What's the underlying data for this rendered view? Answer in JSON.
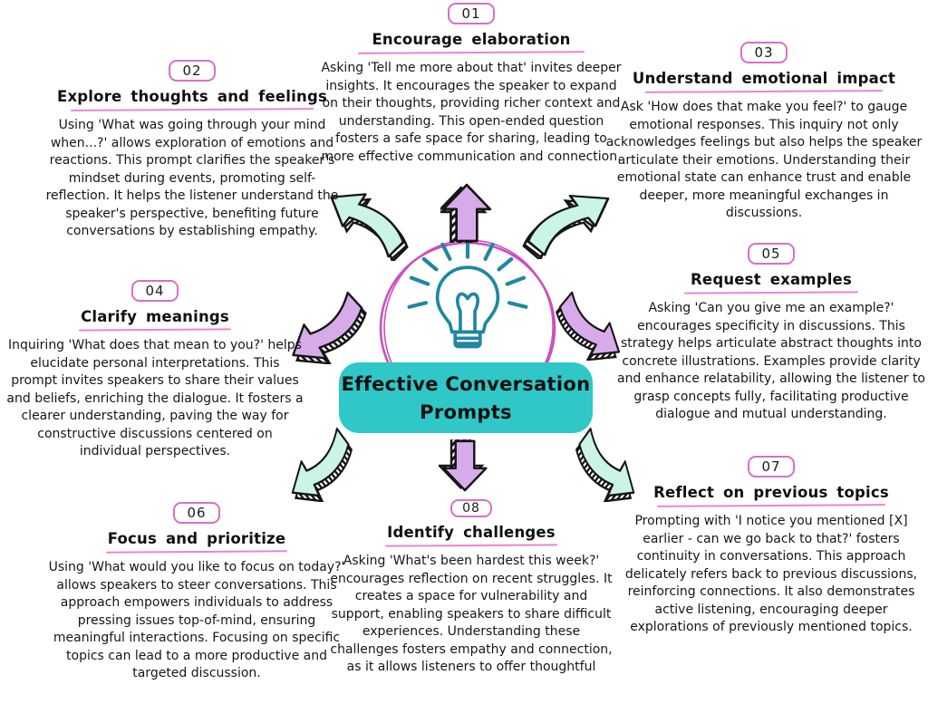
{
  "hub": {
    "title_line1": "Effective Conversation",
    "title_line2": "Prompts",
    "box_color": "#2fc7c7",
    "circle_color": "#c94fc1",
    "bulb_color": "#1f87a2"
  },
  "colors": {
    "mint_arrow": "#c9f4e6",
    "purple_arrow": "#d7abea",
    "arrow_outline": "#151515",
    "badge_border": "#d96ec6",
    "title_underline": "#e884d8",
    "text": "#161616"
  },
  "icons": [
    "lightbulb-icon",
    "up-arrow-icon",
    "down-arrow-icon",
    "curved-arrow-icons"
  ],
  "sections": [
    {
      "id": "01",
      "title": "Encourage elaboration",
      "body": "Asking 'Tell me more about that' invites deeper insights. It encourages the speaker to expand on their thoughts, providing richer context and understanding. This open-ended question fosters a safe space for sharing, leading to more effective communication and connection."
    },
    {
      "id": "02",
      "title": "Explore thoughts and feelings",
      "body": "Using 'What was going through your mind when...?' allows exploration of emotions and reactions. This prompt clarifies the speaker's mindset during events, promoting self-reflection. It helps the listener understand the speaker's perspective, benefiting future conversations by establishing empathy."
    },
    {
      "id": "03",
      "title": "Understand emotional impact",
      "body": "Ask 'How does that make you feel?' to gauge emotional responses. This inquiry not only acknowledges feelings but also helps the speaker articulate their emotions. Understanding their emotional state can enhance trust and enable deeper, more meaningful exchanges in discussions."
    },
    {
      "id": "04",
      "title": "Clarify meanings",
      "body": "Inquiring 'What does that mean to you?' helps elucidate personal interpretations. This prompt invites speakers to share their values and beliefs, enriching the dialogue. It fosters a clearer understanding, paving the way for constructive discussions centered on individual perspectives."
    },
    {
      "id": "05",
      "title": "Request examples",
      "body": "Asking 'Can you give me an example?' encourages specificity in discussions. This strategy helps articulate abstract thoughts into concrete illustrations. Examples provide clarity and enhance relatability, allowing the listener to grasp concepts fully, facilitating productive dialogue and mutual understanding."
    },
    {
      "id": "06",
      "title": "Focus and prioritize",
      "body": "Using 'What would you like to focus on today?' allows speakers to steer conversations. This approach empowers individuals to address pressing issues top-of-mind, ensuring meaningful interactions. Focusing on specific topics can lead to a more productive and targeted discussion."
    },
    {
      "id": "07",
      "title": "Reflect on previous topics",
      "body": "Prompting with 'I notice you mentioned [X] earlier - can we go back to that?' fosters continuity in conversations. This approach delicately refers back to previous discussions, reinforcing connections. It also demonstrates active listening, encouraging deeper explorations of previously mentioned topics."
    },
    {
      "id": "08",
      "title": "Identify challenges",
      "body": "Asking 'What's been hardest this week?' encourages reflection on recent struggles. It creates a space for vulnerability and support, enabling speakers to share difficult experiences. Understanding these challenges fosters empathy and connection, as it allows listeners to offer thoughtful"
    }
  ]
}
